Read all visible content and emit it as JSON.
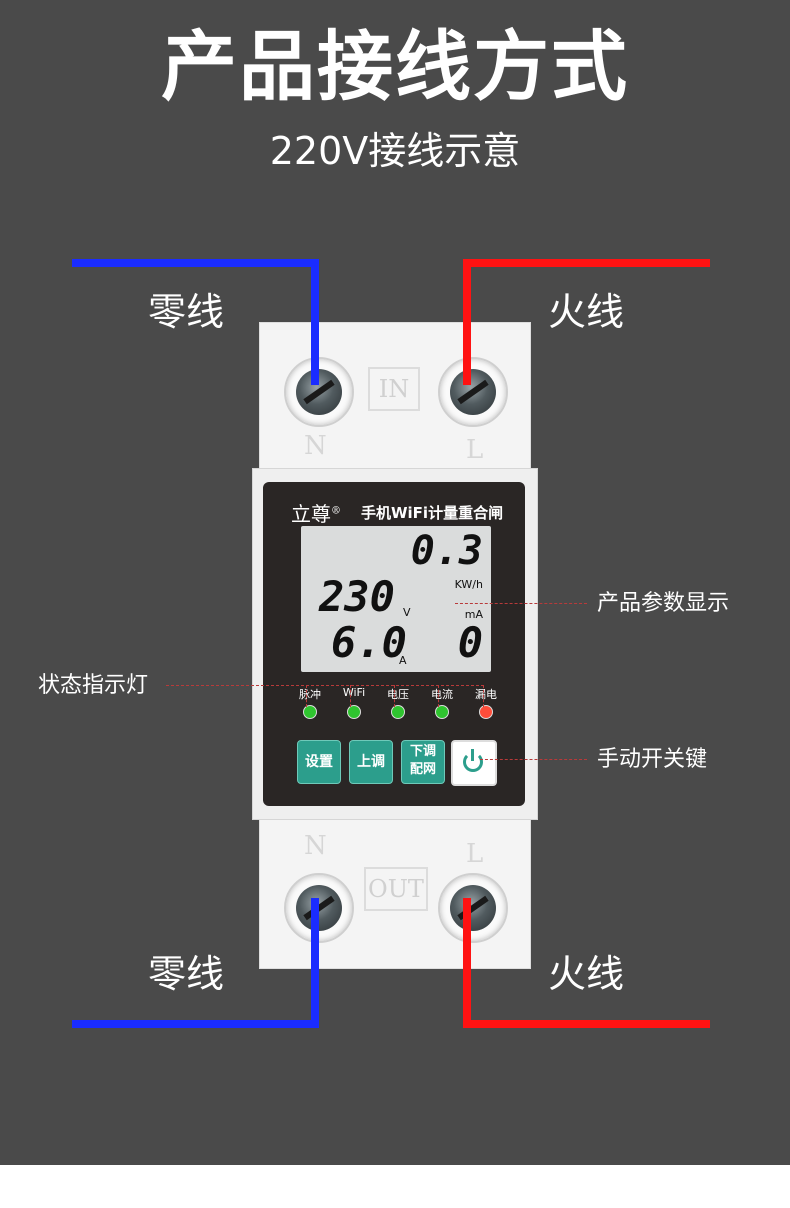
{
  "header": {
    "title": "产品接线方式",
    "subtitle": "220V接线示意"
  },
  "wires": {
    "top_left_label": "零线",
    "top_right_label": "火线",
    "bottom_left_label": "零线",
    "bottom_right_label": "火线",
    "neutral_color": "#1a2cff",
    "live_color": "#ff1212"
  },
  "device": {
    "top_terminal_box": "IN",
    "bottom_terminal_box": "OUT",
    "terminal_left_mark": "N",
    "terminal_right_mark": "L",
    "brand": "立尊",
    "brand_mark": "®",
    "model": "手机WiFi计量重合闸",
    "lcd": {
      "energy": "0.3",
      "energy_unit": "KW/h",
      "voltage": "230",
      "voltage_unit": "V",
      "leakage_unit": "mA",
      "current": "6.0",
      "current_unit": "A",
      "leakage": "0"
    },
    "leds": [
      {
        "label": "脉冲",
        "color": "#2fc42f"
      },
      {
        "label": "WiFi",
        "color": "#2fc42f"
      },
      {
        "label": "电压",
        "color": "#2fc42f"
      },
      {
        "label": "电流",
        "color": "#2fc42f"
      },
      {
        "label": "漏电",
        "color": "#ff4d3a"
      }
    ],
    "buttons": {
      "set": "设置",
      "up": "上调",
      "down_line1": "下调",
      "down_line2": "配网",
      "power_icon": "power-icon"
    },
    "accent_color": "#2c9e8c"
  },
  "callouts": {
    "display": "产品参数显示",
    "status_leds": "状态指示灯",
    "power_key": "手动开关键"
  }
}
